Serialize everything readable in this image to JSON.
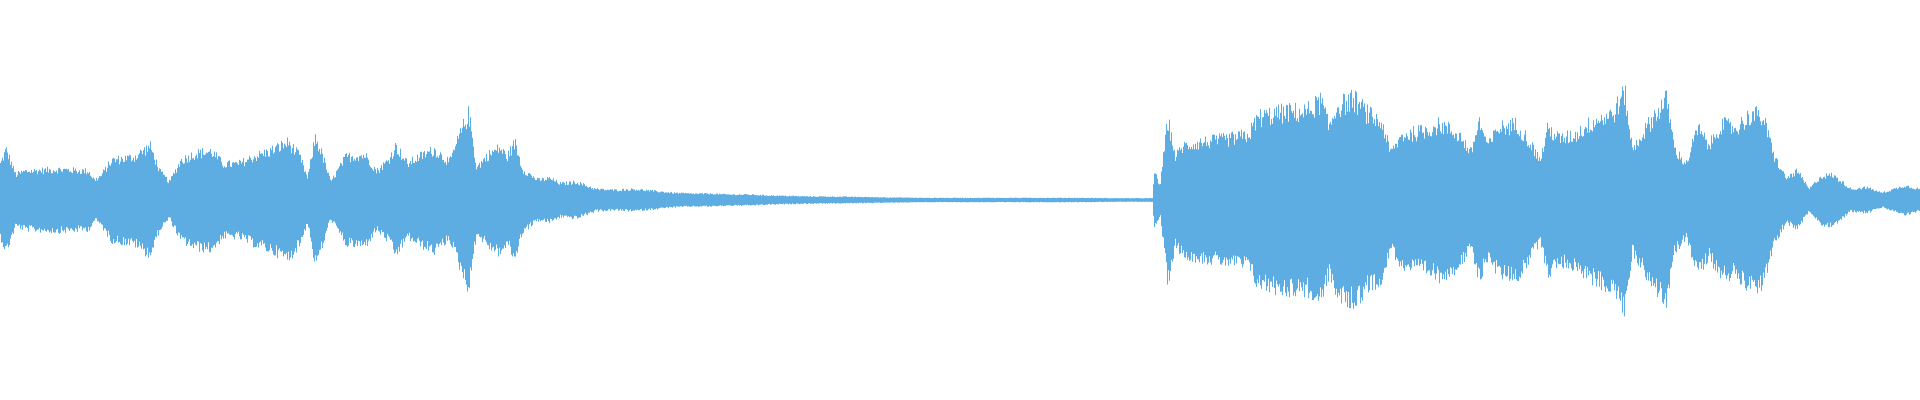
{
  "waveform": {
    "color": "#5DADE2",
    "background": "#ffffff",
    "amplitude_envelope": [
      [
        0.0,
        0.2
      ],
      [
        0.003,
        0.28
      ],
      [
        0.008,
        0.14
      ],
      [
        0.013,
        0.16
      ],
      [
        0.03,
        0.17
      ],
      [
        0.046,
        0.16
      ],
      [
        0.049,
        0.11
      ],
      [
        0.052,
        0.13
      ],
      [
        0.058,
        0.22
      ],
      [
        0.07,
        0.24
      ],
      [
        0.078,
        0.3
      ],
      [
        0.083,
        0.16
      ],
      [
        0.088,
        0.1
      ],
      [
        0.094,
        0.22
      ],
      [
        0.102,
        0.26
      ],
      [
        0.11,
        0.27
      ],
      [
        0.116,
        0.2
      ],
      [
        0.124,
        0.2
      ],
      [
        0.132,
        0.24
      ],
      [
        0.14,
        0.27
      ],
      [
        0.15,
        0.32
      ],
      [
        0.156,
        0.24
      ],
      [
        0.16,
        0.12
      ],
      [
        0.164,
        0.35
      ],
      [
        0.168,
        0.24
      ],
      [
        0.172,
        0.1
      ],
      [
        0.18,
        0.24
      ],
      [
        0.19,
        0.25
      ],
      [
        0.196,
        0.16
      ],
      [
        0.202,
        0.22
      ],
      [
        0.206,
        0.3
      ],
      [
        0.212,
        0.2
      ],
      [
        0.218,
        0.24
      ],
      [
        0.226,
        0.28
      ],
      [
        0.234,
        0.21
      ],
      [
        0.24,
        0.38
      ],
      [
        0.244,
        0.48
      ],
      [
        0.248,
        0.18
      ],
      [
        0.254,
        0.25
      ],
      [
        0.26,
        0.29
      ],
      [
        0.264,
        0.24
      ],
      [
        0.268,
        0.32
      ],
      [
        0.272,
        0.17
      ],
      [
        0.276,
        0.14
      ],
      [
        0.28,
        0.11
      ],
      [
        0.286,
        0.12
      ],
      [
        0.292,
        0.09
      ],
      [
        0.3,
        0.1
      ],
      [
        0.31,
        0.06
      ],
      [
        0.32,
        0.055
      ],
      [
        0.33,
        0.06
      ],
      [
        0.34,
        0.05
      ],
      [
        0.35,
        0.04
      ],
      [
        0.36,
        0.035
      ],
      [
        0.37,
        0.035
      ],
      [
        0.38,
        0.03
      ],
      [
        0.39,
        0.03
      ],
      [
        0.4,
        0.025
      ],
      [
        0.42,
        0.02
      ],
      [
        0.44,
        0.018
      ],
      [
        0.46,
        0.015
      ],
      [
        0.48,
        0.012
      ],
      [
        0.5,
        0.012
      ],
      [
        0.52,
        0.012
      ],
      [
        0.54,
        0.012
      ],
      [
        0.56,
        0.012
      ],
      [
        0.58,
        0.01
      ],
      [
        0.6,
        0.01
      ],
      [
        0.601,
        0.16
      ],
      [
        0.604,
        0.08
      ],
      [
        0.608,
        0.45
      ],
      [
        0.612,
        0.24
      ],
      [
        0.616,
        0.3
      ],
      [
        0.625,
        0.32
      ],
      [
        0.64,
        0.34
      ],
      [
        0.65,
        0.36
      ],
      [
        0.655,
        0.46
      ],
      [
        0.67,
        0.49
      ],
      [
        0.68,
        0.49
      ],
      [
        0.688,
        0.55
      ],
      [
        0.692,
        0.4
      ],
      [
        0.696,
        0.52
      ],
      [
        0.705,
        0.56
      ],
      [
        0.712,
        0.48
      ],
      [
        0.72,
        0.42
      ],
      [
        0.724,
        0.26
      ],
      [
        0.73,
        0.36
      ],
      [
        0.74,
        0.38
      ],
      [
        0.75,
        0.42
      ],
      [
        0.76,
        0.36
      ],
      [
        0.766,
        0.26
      ],
      [
        0.77,
        0.44
      ],
      [
        0.775,
        0.3
      ],
      [
        0.78,
        0.4
      ],
      [
        0.79,
        0.42
      ],
      [
        0.796,
        0.33
      ],
      [
        0.802,
        0.22
      ],
      [
        0.806,
        0.4
      ],
      [
        0.812,
        0.34
      ],
      [
        0.82,
        0.36
      ],
      [
        0.83,
        0.44
      ],
      [
        0.84,
        0.48
      ],
      [
        0.846,
        0.6
      ],
      [
        0.85,
        0.28
      ],
      [
        0.856,
        0.38
      ],
      [
        0.862,
        0.48
      ],
      [
        0.868,
        0.56
      ],
      [
        0.872,
        0.28
      ],
      [
        0.878,
        0.2
      ],
      [
        0.884,
        0.4
      ],
      [
        0.89,
        0.3
      ],
      [
        0.896,
        0.42
      ],
      [
        0.904,
        0.4
      ],
      [
        0.912,
        0.48
      ],
      [
        0.918,
        0.46
      ],
      [
        0.924,
        0.24
      ],
      [
        0.93,
        0.12
      ],
      [
        0.936,
        0.16
      ],
      [
        0.942,
        0.06
      ],
      [
        0.948,
        0.13
      ],
      [
        0.954,
        0.14
      ],
      [
        0.958,
        0.11
      ],
      [
        0.964,
        0.06
      ],
      [
        0.972,
        0.07
      ],
      [
        0.98,
        0.04
      ],
      [
        0.986,
        0.06
      ],
      [
        0.992,
        0.08
      ],
      [
        1.0,
        0.06
      ]
    ]
  }
}
